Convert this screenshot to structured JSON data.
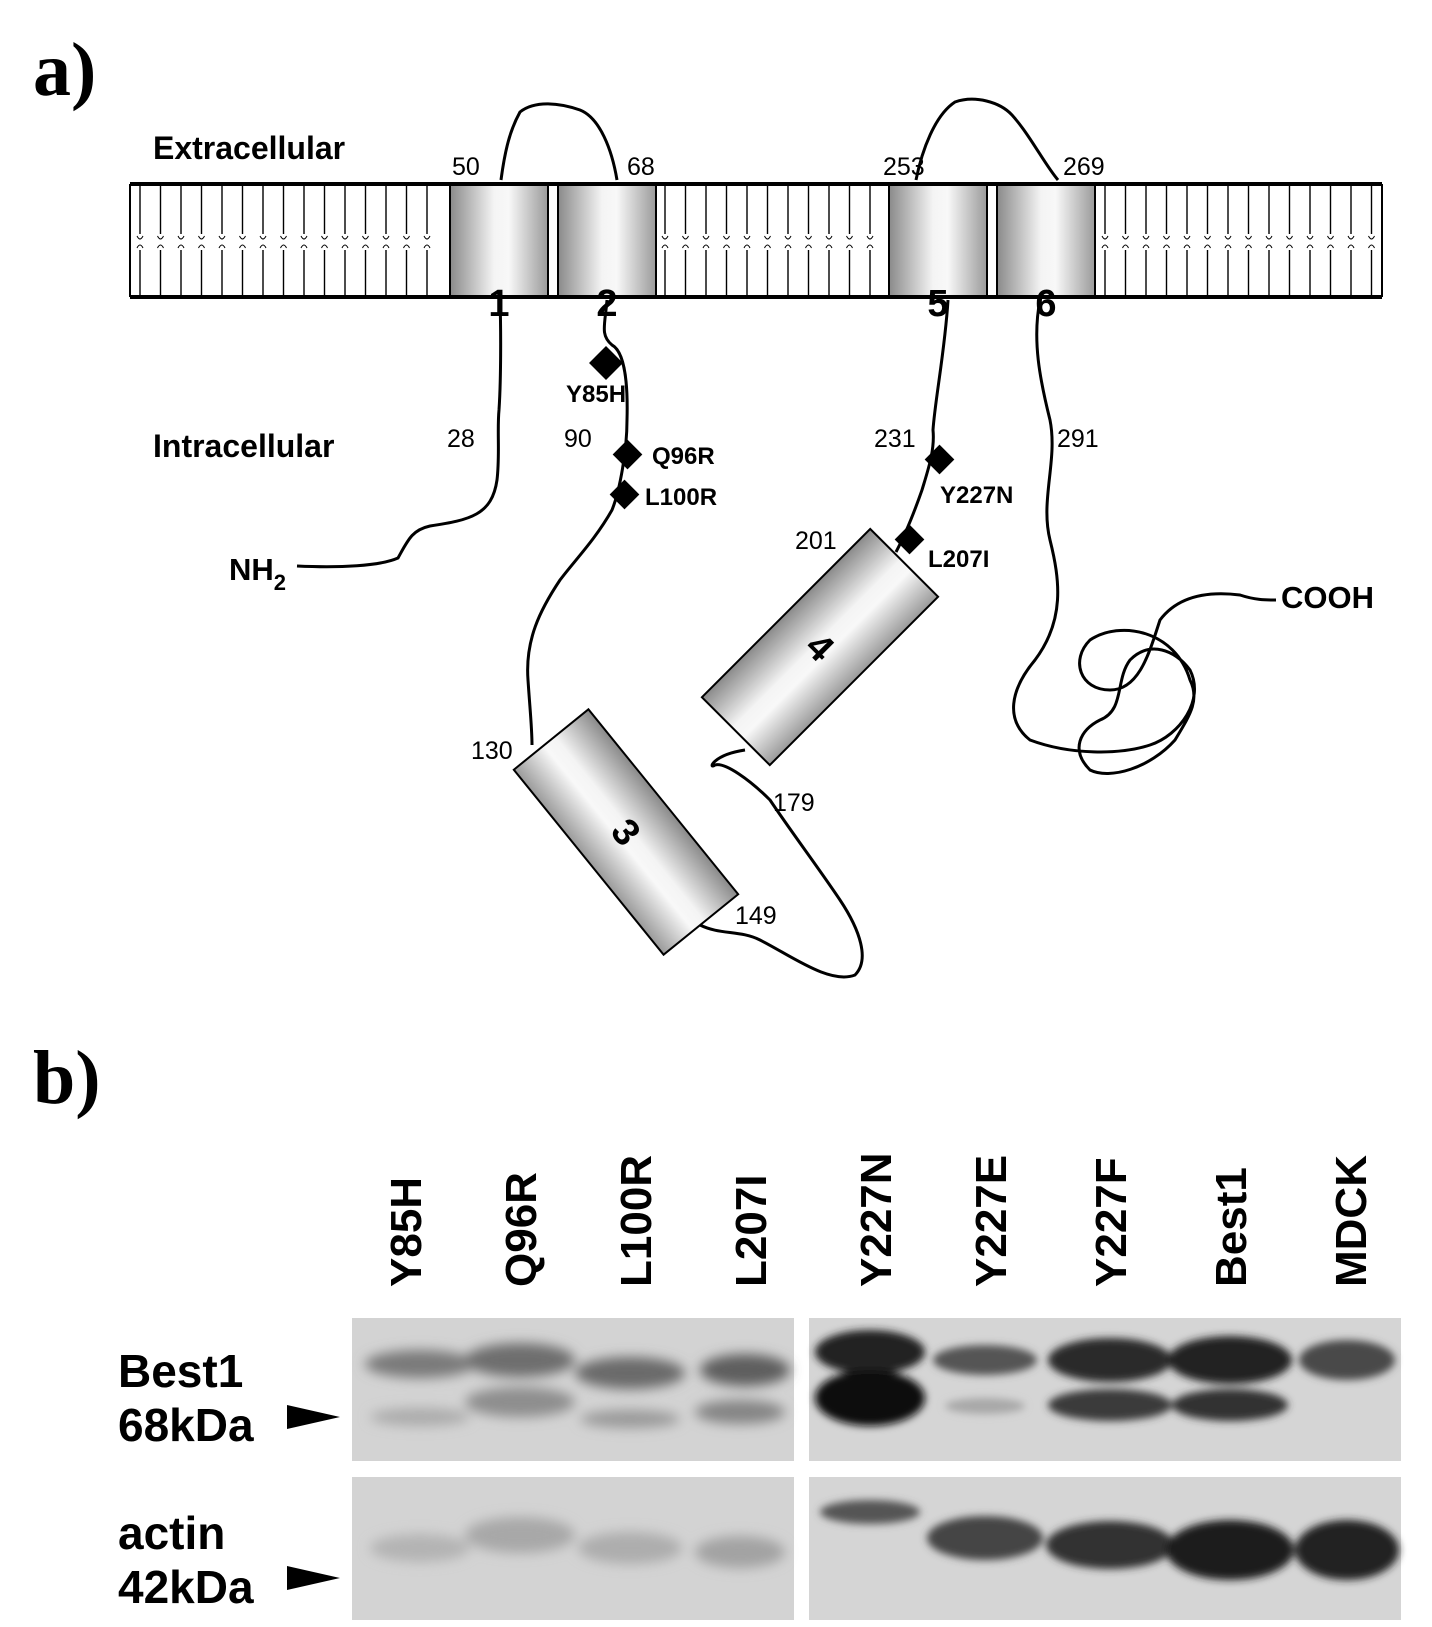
{
  "panel_a": {
    "label": "a)",
    "extracellular_label": "Extracellular",
    "intracellular_label": "Intracellular",
    "helices": [
      {
        "number": "1"
      },
      {
        "number": "2"
      },
      {
        "number": "3"
      },
      {
        "number": "4"
      },
      {
        "number": "5"
      },
      {
        "number": "6"
      }
    ],
    "residues": {
      "r28": "28",
      "r50": "50",
      "r68": "68",
      "r90": "90",
      "r130": "130",
      "r149": "149",
      "r179": "179",
      "r201": "201",
      "r231": "231",
      "r253": "253",
      "r269": "269",
      "r291": "291"
    },
    "mutations": {
      "y85h": "Y85H",
      "q96r": "Q96R",
      "l100r": "L100R",
      "l207i": "L207I",
      "y227n": "Y227N"
    },
    "n_terminus": "NH",
    "n_terminus_sub": "2",
    "c_terminus": "COOH"
  },
  "panel_b": {
    "label": "b)",
    "lanes": [
      "Y85H",
      "Q96R",
      "L100R",
      "L207I",
      "Y227N",
      "Y227E",
      "Y227F",
      "Best1",
      "MDCK"
    ],
    "rows": [
      {
        "name": "Best1",
        "size": "68kDa"
      },
      {
        "name": "actin",
        "size": "42kDa"
      }
    ]
  }
}
